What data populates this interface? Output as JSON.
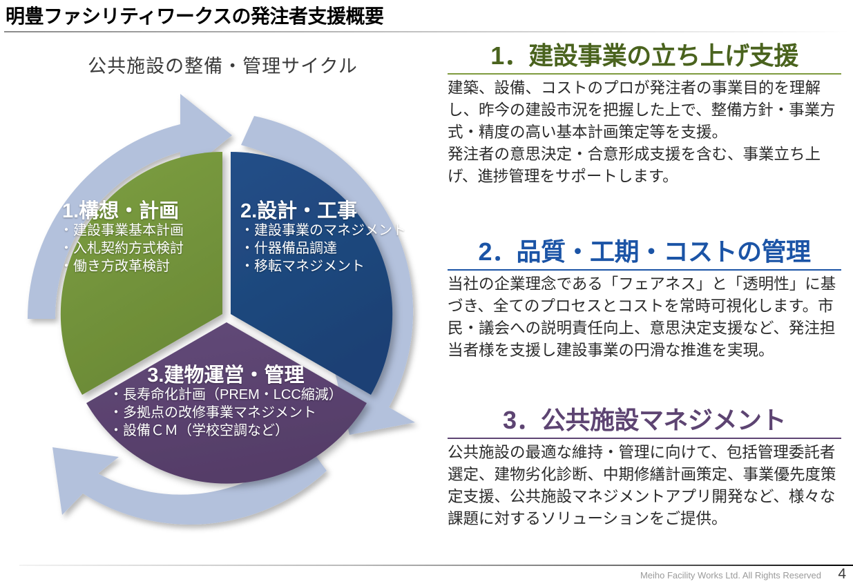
{
  "slide": {
    "title": "明豊ファシリティワークスの発注者支援概要"
  },
  "diagram": {
    "caption": "公共施設の整備・管理サイクル",
    "segments": [
      {
        "id": "planning",
        "heading": "1.構想・計画",
        "color": "#74943c",
        "items": [
          "・建設事業基本計画",
          "・入札契約方式検討",
          "・働き方改革検討"
        ]
      },
      {
        "id": "design-construction",
        "heading": "2.設計・工事",
        "color": "#1f4a80",
        "items": [
          "・建設事業のマネジメント",
          "・什器備品調達",
          "・移転マネジメント"
        ]
      },
      {
        "id": "operation-management",
        "heading": "3.建物運営・管理",
        "color": "#5d4472",
        "items": [
          "・長寿命化計画（PREM・LCC縮減）",
          "・多拠点の改修事業マネジメント",
          "・設備ＣＭ（学校空調など）"
        ]
      }
    ],
    "arrow_ring_color": "#b3c1dc"
  },
  "sections": [
    {
      "id": "startup-support",
      "heading": "1．建設事業の立ち上げ支援",
      "heading_color": "#4a631e",
      "paragraphs": [
        "建築、設備、コストのプロが発注者の事業目的を理解し、昨今の建設市況を把握した上で、整備方針・事業方式・精度の高い基本計画策定等を支援。",
        "発注者の意思決定・合意形成支援を含む、事業立ち上げ、進捗管理をサポートします。"
      ]
    },
    {
      "id": "quality-schedule-cost",
      "heading": "2．品質・工期・コストの管理",
      "heading_color": "#1b54a6",
      "paragraphs": [
        "当社の企業理念である「フェアネス」と「透明性」に基づき、全てのプロセスとコストを常時可視化します。市民・議会への説明責任向上、意思決定支援など、発注担当者様を支援し建設事業の円滑な推進を実現。"
      ]
    },
    {
      "id": "public-facility-management",
      "heading": "3．公共施設マネジメント",
      "heading_color": "#5d4472",
      "paragraphs": [
        "公共施設の最適な維持・管理に向けて、包括管理委託者選定、建物劣化診断、中期修繕計画策定、事業優先度策定支援、公共施設マネジメントアプリ開発など、様々な課題に対するソリューションをご提供。"
      ]
    }
  ],
  "footer": {
    "copyright": "Meiho Facility Works Ltd. All Rights Reserved",
    "page_number": "4"
  }
}
